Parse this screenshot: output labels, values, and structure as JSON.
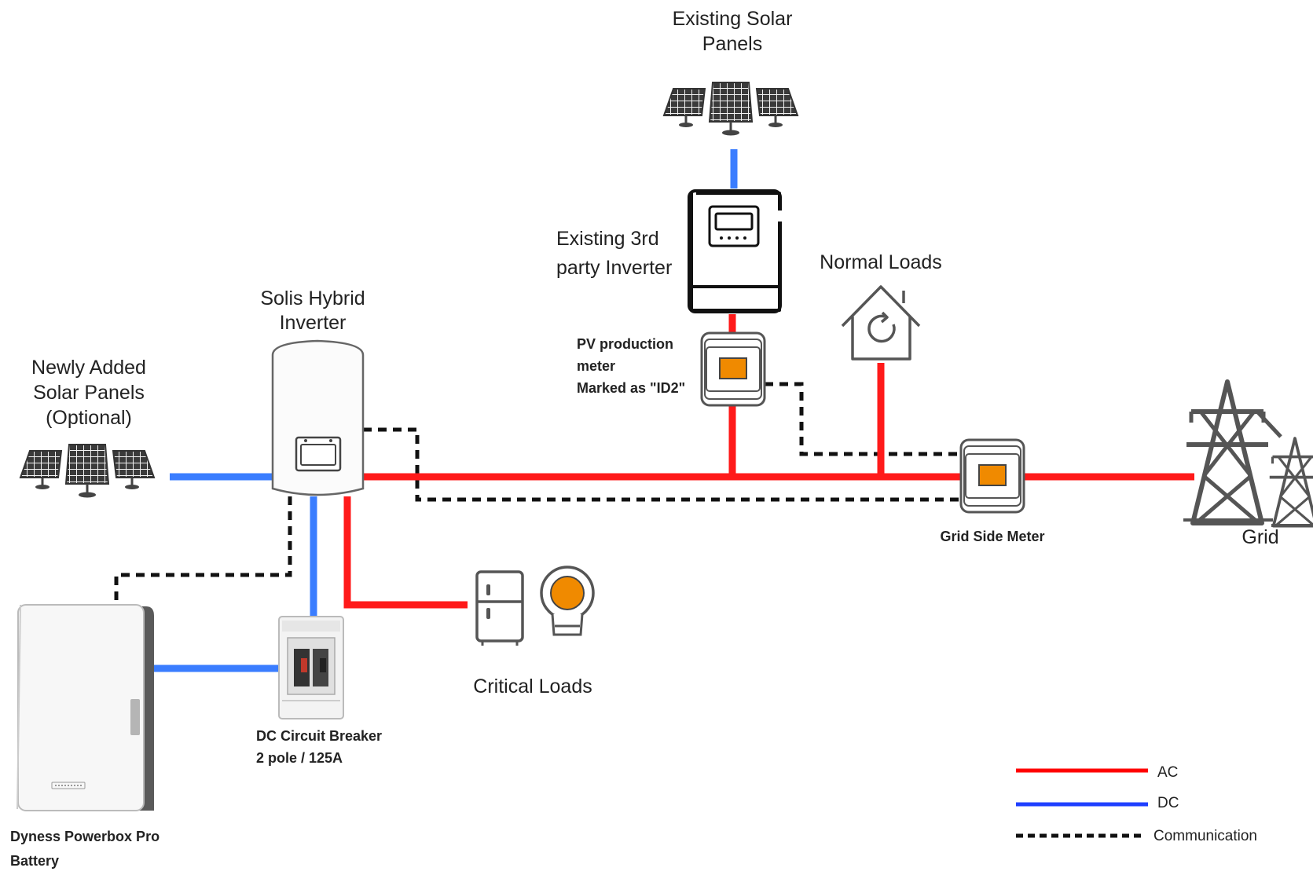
{
  "labels": {
    "existing_solar": [
      "Existing Solar",
      "Panels"
    ],
    "existing_inverter": [
      "Existing 3rd",
      "party Inverter"
    ],
    "normal_loads": "Normal Loads",
    "solis_inverter": [
      "Solis Hybrid",
      "Inverter"
    ],
    "new_solar": [
      "Newly Added",
      "Solar Panels",
      "(Optional)"
    ],
    "pv_meter": [
      "PV production",
      "meter",
      "Marked as \"ID2\""
    ],
    "grid_meter": "Grid Side Meter",
    "grid": "Grid",
    "critical_loads": "Critical Loads",
    "dc_breaker": [
      "DC Circuit Breaker",
      "2 pole / 125A"
    ],
    "battery": [
      "Dyness Powerbox Pro",
      "Battery"
    ]
  },
  "legend": [
    {
      "label": "AC",
      "color": "#ff0000",
      "style": "solid"
    },
    {
      "label": "DC",
      "color": "#1f3fff",
      "style": "solid"
    },
    {
      "label": "Communication",
      "color": "#111111",
      "style": "dashed"
    }
  ],
  "colors": {
    "ac": "#ff1a1a",
    "dc": "#3a7dff",
    "comm": "#111111",
    "accent_orange": "#f08a00"
  }
}
